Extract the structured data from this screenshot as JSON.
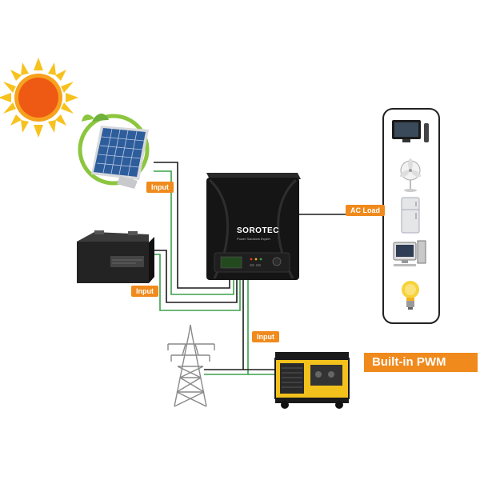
{
  "labels": {
    "solar_input": "Input",
    "battery_input": "Input",
    "generator_input": "Input",
    "ac_load": "AC Load",
    "feature_banner": "Built-in PWM"
  },
  "inverter": {
    "brand": "SOROTEC",
    "tagline": "Power Solutions Expert"
  },
  "colors": {
    "accent": "#f08a1c",
    "wire_green": "#3aa14a",
    "wire_black": "#1a1a1a",
    "inverter_body": "#151515"
  },
  "icons": {
    "sun": "sun-icon",
    "solar_panel": "solar-panel-icon",
    "battery": "battery-icon",
    "pylon": "power-pylon-icon",
    "generator": "generator-icon",
    "inverter": "inverter-icon",
    "tv": "tv-icon",
    "fan": "fan-icon",
    "fridge": "fridge-icon",
    "computer": "computer-icon",
    "bulb": "light-bulb-icon"
  }
}
